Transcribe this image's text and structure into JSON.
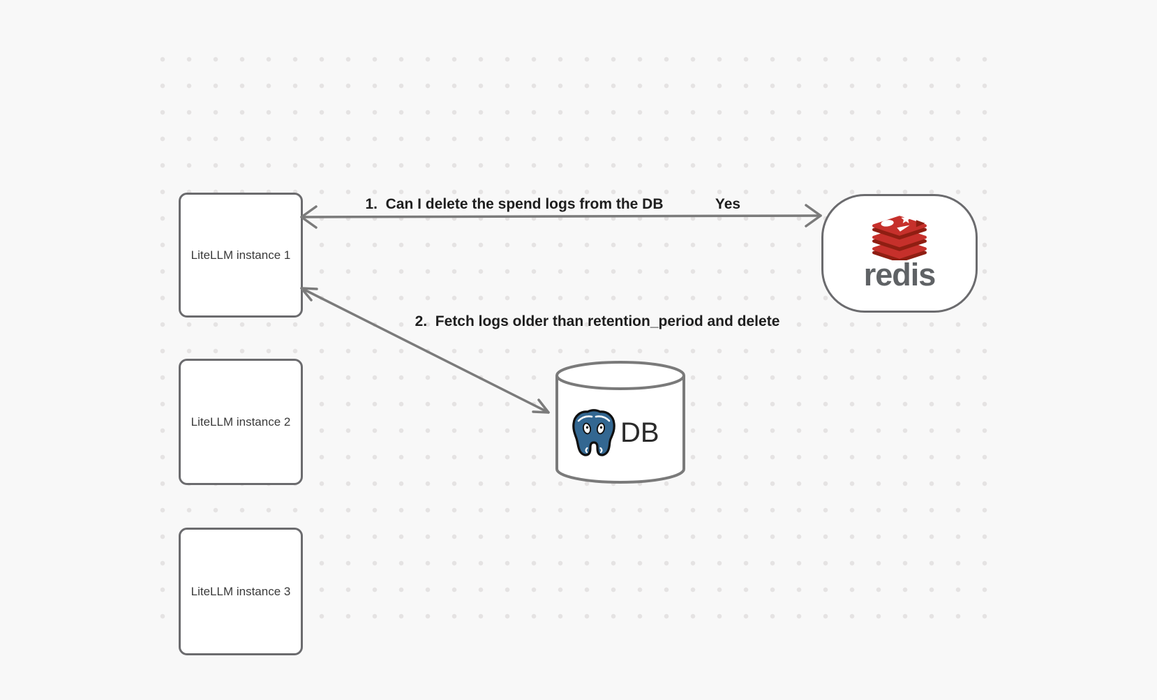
{
  "colors": {
    "bg": "#f8f8f8",
    "dot": "#e5e3e3",
    "node-stroke": "#6b6b6e",
    "arrow": "#7b7b7b",
    "label-text": "#1e1e1e",
    "node-text": "#3a3a3a",
    "redis-red": "#c6302b",
    "redis-dark": "#8f1e12",
    "pg-blue": "#336791",
    "redis-wordmark": "#5f6265",
    "db-text": "#2b2b2b"
  },
  "nodes": {
    "instance1": {
      "label": "LiteLLM instance 1"
    },
    "instance2": {
      "label": "LiteLLM instance 2"
    },
    "instance3": {
      "label": "LiteLLM instance 3"
    },
    "redis": {
      "wordmark": "redis"
    },
    "db": {
      "label": "DB"
    }
  },
  "edges": {
    "step1": {
      "label": "1.  Can I delete the spend logs from the DB",
      "reply": "Yes"
    },
    "step2": {
      "label": "2.  Fetch logs older than retention_period and delete"
    }
  }
}
